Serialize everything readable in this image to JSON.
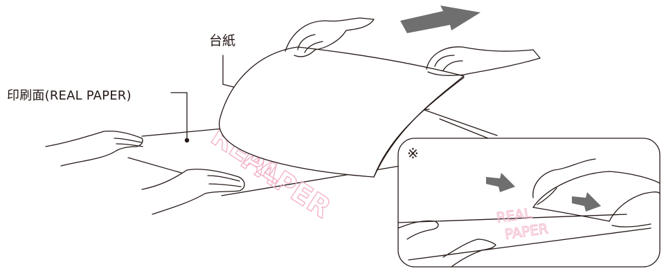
{
  "labels": {
    "backing_paper": "台紙",
    "printed_side": "印刷面(REAL PAPER)",
    "note_mark": "※"
  },
  "decal_text": {
    "line1": "REAL",
    "line2": "PAPER"
  },
  "colors": {
    "ink": "#231815",
    "arrow": "#6f6f6f",
    "decal_pink": "#f2b3c8"
  }
}
